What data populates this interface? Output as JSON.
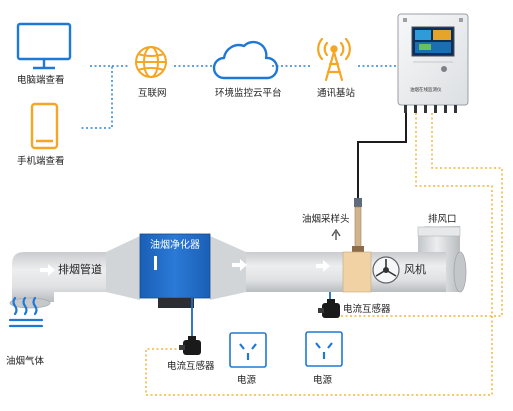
{
  "labels": {
    "pc_view": "电脑端查看",
    "mobile_view": "手机端查看",
    "internet": "互联网",
    "cloud_platform": "环境监控云平台",
    "base_station": "通讯基站",
    "monitor_device": "油烟在线监测仪",
    "sampling_head": "油烟采样头",
    "exhaust_outlet": "排风口",
    "purifier": "油烟净化器",
    "exhaust_pipe": "排烟管道",
    "fan": "风机",
    "current_sensor_top": "电流互感器",
    "current_sensor_bottom": "电流互感器",
    "power_left": "电源",
    "power_right": "电源",
    "oil_gas": "油烟气体"
  },
  "colors": {
    "accent_blue": "#1e78d6",
    "dotted_blue": "#2b86d8",
    "dotted_orange": "#f0b63a",
    "purifier_blue": "#1f68c4",
    "pipe_gray": "#d8dadc",
    "icon_orange": "#f5a623"
  },
  "icons": [
    "monitor-icon",
    "phone-icon",
    "globe-icon",
    "cloud-icon",
    "antenna-icon",
    "fan-icon",
    "power-socket-icon",
    "current-clamp-icon",
    "gas-wave-icon"
  ]
}
